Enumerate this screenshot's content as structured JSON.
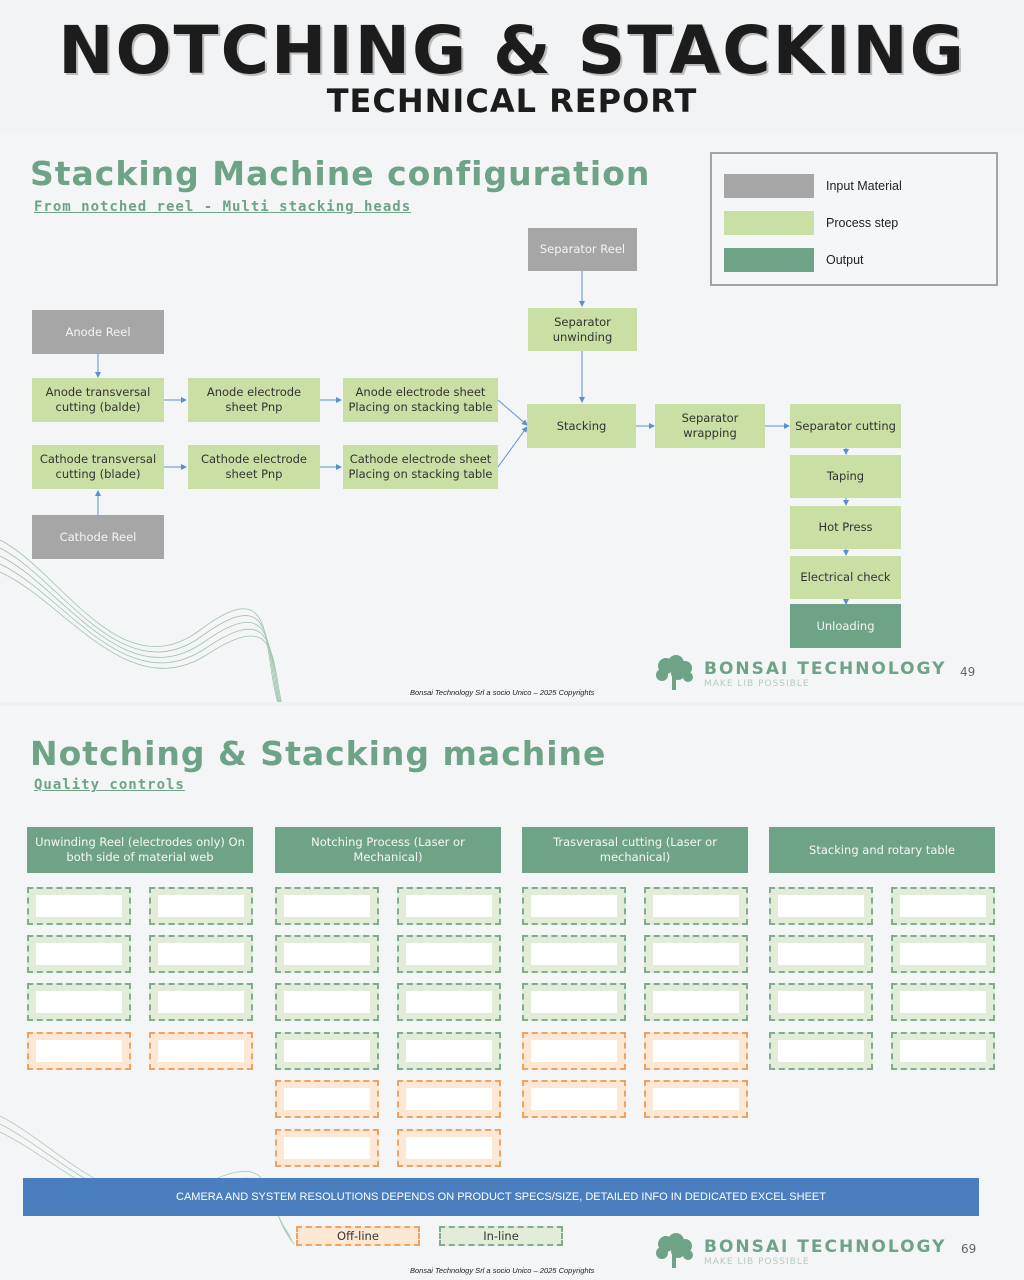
{
  "header": {
    "title": "NOTCHING & STACKING",
    "subtitle": "TECHNICAL REPORT"
  },
  "slide1": {
    "title": "Stacking Machine configuration",
    "subtitle": "From notched reel - Multi stacking heads",
    "legend": [
      {
        "label": "Input Material",
        "color": "#a6a6a6"
      },
      {
        "label": "Process step",
        "color": "#c9dfa4"
      },
      {
        "label": "Output",
        "color": "#6fa387"
      }
    ],
    "nodes": {
      "separator_reel": "Separator Reel",
      "anode_reel": "Anode Reel",
      "cathode_reel": "Cathode Reel",
      "separator_unwinding": "Separator unwinding",
      "anode_cutting": "Anode transversal cutting (balde)",
      "anode_pnp": "Anode electrode sheet Pnp",
      "anode_placing": "Anode electrode sheet Placing on stacking table",
      "cathode_cutting": "Cathode transversal cutting (blade)",
      "cathode_pnp": "Cathode electrode sheet Pnp",
      "cathode_placing": "Cathode electrode sheet Placing on stacking table",
      "stacking": "Stacking",
      "separator_wrapping": "Separator wrapping",
      "separator_cutting": "Separator cutting",
      "taping": "Taping",
      "hot_press": "Hot Press",
      "electrical_check": "Electrical check",
      "unloading": "Unloading"
    },
    "page_number": "49",
    "copyright": "Bonsai Technology Srl a socio Unico – 2025 Copyrights"
  },
  "brand": {
    "name": "BONSAI TECHNOLOGY",
    "tagline": "MAKE LIB POSSIBLE"
  },
  "slide2": {
    "title": "Notching & Stacking machine",
    "subtitle": "Quality controls",
    "columns": [
      {
        "label": "Unwinding Reel (electrodes only) On both side of material web"
      },
      {
        "label": "Notching Process (Laser or Mechanical)"
      },
      {
        "label": "Trasverasal cutting (Laser or mechanical)"
      },
      {
        "label": "Stacking and rotary table"
      }
    ],
    "banner": "CAMERA AND SYSTEM RESOLUTIONS DEPENDS ON PRODUCT SPECS/SIZE, DETAILED INFO IN DEDICATED EXCEL SHEET",
    "key": {
      "offline": "Off-line",
      "inline": "In-line"
    },
    "page_number": "69",
    "copyright": "Bonsai Technology Srl a socio Unico – 2025 Copyrights"
  }
}
